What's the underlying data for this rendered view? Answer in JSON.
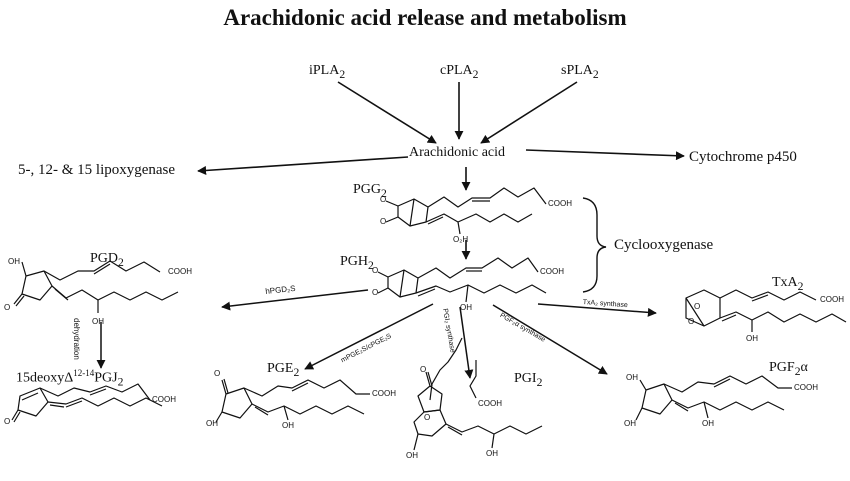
{
  "title": "Arachidonic acid release and metabolism",
  "nodes": {
    "ipla2": {
      "name": "iPLA",
      "sub": "2"
    },
    "cpla2": {
      "name": "cPLA",
      "sub": "2"
    },
    "spla2": {
      "name": "sPLA",
      "sub": "2"
    },
    "arachidonic": "Arachidonic acid",
    "lipoxygenase": "5-, 12- & 15 lipoxygenase",
    "cytochrome": "Cytochrome p450",
    "pgg2": {
      "name": "PGG",
      "sub": "2"
    },
    "pgh2": {
      "name": "PGH",
      "sub": "2"
    },
    "cyclooxygenase": "Cyclooxygenase",
    "pgd2": {
      "name": "PGD",
      "sub": "2"
    },
    "txa2": {
      "name": "TxA",
      "sub": "2"
    },
    "pgj2": {
      "name": "15deoxyΔ",
      "sup": "12-14",
      "tail": "PGJ",
      "sub": "2"
    },
    "pge2": {
      "name": "PGE",
      "sub": "2"
    },
    "pgi2": {
      "name": "PGI",
      "sub": "2"
    },
    "pgf2a": {
      "name": "PGF",
      "sub": "2",
      "tail": "α"
    }
  },
  "enzymes": {
    "hpgds": "hPGD₂S",
    "dehydration": "dehydration",
    "mpges": "mPGE₂S/cPGE₂S",
    "pgis": "PGI₂ synthase",
    "pgfs": "PGF₂α synthase",
    "txas": "TxA₂ synthase"
  },
  "groups": {
    "cooh": "COOH",
    "oh": "OH",
    "o2h": "O₂H",
    "o": "O"
  }
}
